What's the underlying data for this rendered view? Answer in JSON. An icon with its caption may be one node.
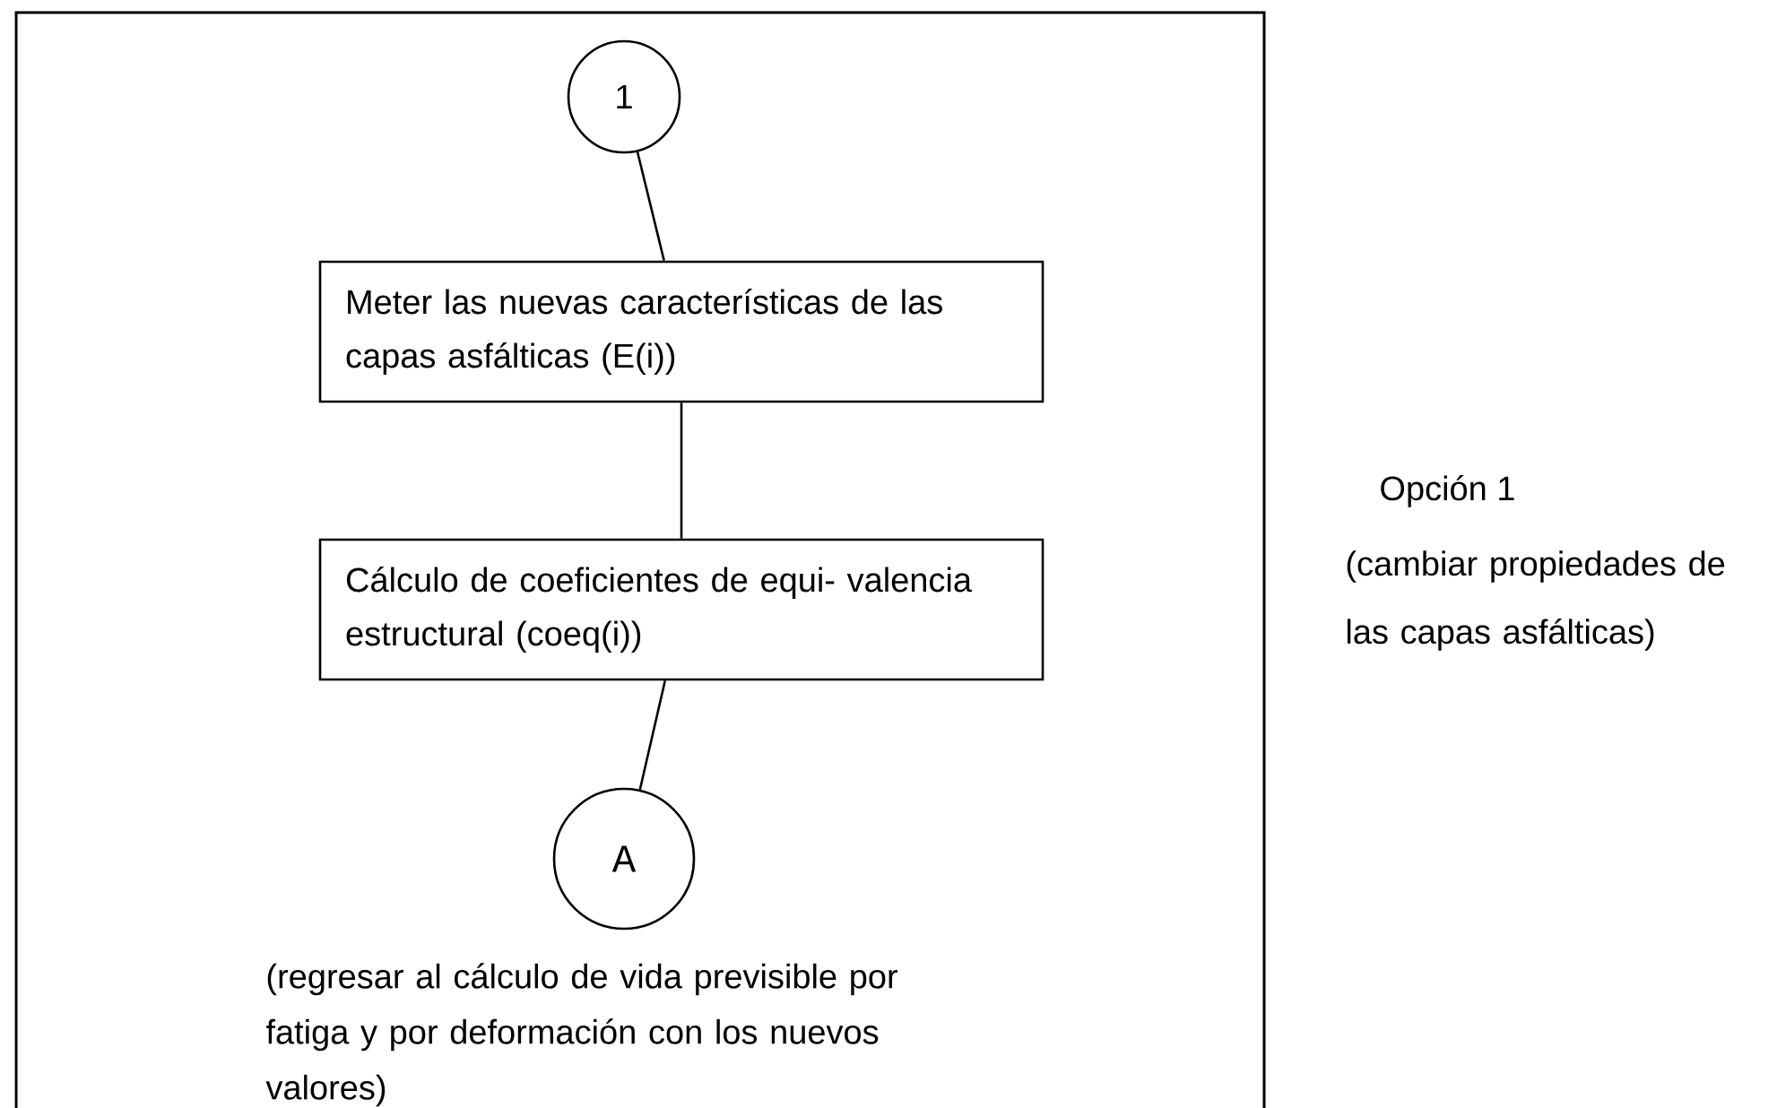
{
  "diagram": {
    "nodes": [
      {
        "text": [
          "1"
        ]
      },
      {
        "text": [
          "Meter las nuevas características de las capas asfálticas (E(i))"
        ]
      },
      {
        "text": [
          "Cálculo de coeficientes de equi- valencia estructural (coeq(i))"
        ]
      },
      {
        "text": [
          "A"
        ],
        "beside": [
          "(regresar al cálculo de vida previsible por fatiga y por deformación con los nuevos valores)"
        ]
      }
    ],
    "edges": [
      {
        "from": 0,
        "to": 1,
        "arrow": "none"
      },
      {
        "from": 1,
        "to": 2,
        "arrow": "none"
      },
      {
        "from": 2,
        "to": 3,
        "arrow": "none"
      }
    ],
    "labels": [
      "Opción 1",
      "(cambiar propiedades de las capas asfálticas)"
    ]
  }
}
